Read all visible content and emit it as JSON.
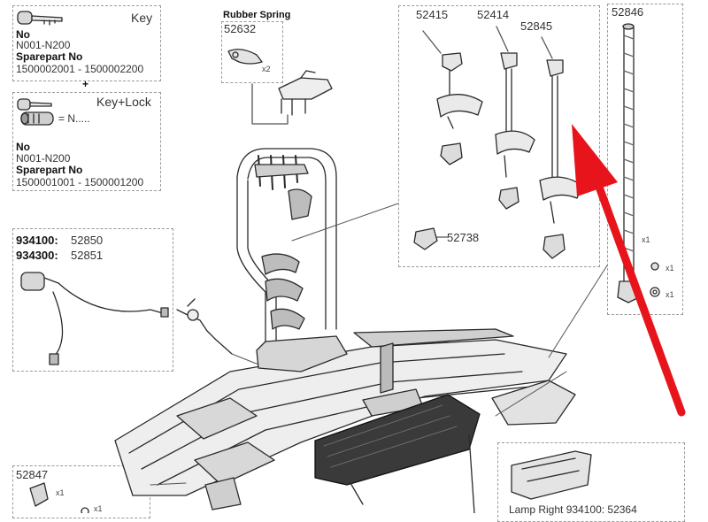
{
  "key_box": {
    "title": "Key",
    "no_label": "No",
    "no_value": "N001-N200",
    "sparepart_label": "Sparepart No",
    "sparepart_value": "1500002001 - 1500002200"
  },
  "plus_sign": "+",
  "keylock_box": {
    "title": "Key+Lock",
    "equals_label": "= N.....",
    "no_label": "No",
    "no_value": "N001-N200",
    "sparepart_label": "Sparepart No",
    "sparepart_value": "1500001001 - 1500001200"
  },
  "rubber_spring": {
    "title": "Rubber Spring",
    "number": "52632",
    "qty": "x2"
  },
  "arms_box": {
    "arm1": "52415",
    "arm2": "52414",
    "arm3": "52845",
    "pad": "52738"
  },
  "bolt_box": {
    "number": "52846",
    "qty_bolt": "x1",
    "qty_screw": "x1",
    "qty_washer": "x1"
  },
  "wiring_box": {
    "line1_bold": "934100:",
    "line1_num": "52850",
    "line2_bold": "934300:",
    "line2_num": "52851"
  },
  "bottom_left_box": {
    "number": "52847",
    "qty1": "x1",
    "qty2": "x1"
  },
  "lamp_box": {
    "label": "Lamp Right 934100: 52364"
  },
  "colors": {
    "arrow": "#e8141b",
    "line": "#2a2a2a",
    "dashed": "#9a9a9a",
    "plate": "#3a3a3a"
  }
}
